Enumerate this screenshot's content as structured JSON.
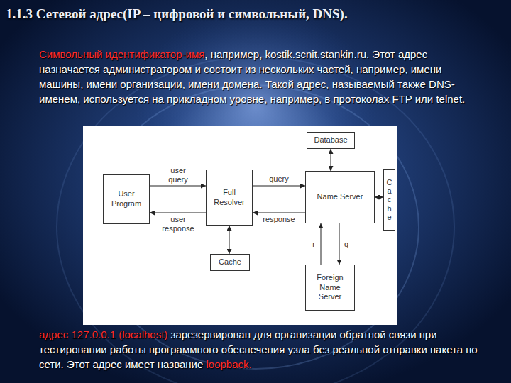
{
  "diagram": {
    "title": "1.1.3 Сетевой адрес(IP – цифровой и символьный, DNS).",
    "nodes": [
      {
        "text": [
          "Database"
        ]
      },
      {
        "text": [
          "User Program"
        ]
      },
      {
        "text": [
          "Full Resolver"
        ]
      },
      {
        "text": [
          "Name Server"
        ]
      },
      {
        "text": [
          "Cache"
        ]
      },
      {
        "text": [
          "Cache"
        ]
      },
      {
        "text": [
          "Foreign Name Server"
        ]
      }
    ],
    "edges": [
      {
        "from": 1,
        "to": 2,
        "label": "user query",
        "arrow": "to"
      },
      {
        "from": 2,
        "to": 1,
        "label": "user response",
        "arrow": "to"
      },
      {
        "from": 2,
        "to": 3,
        "label": "query",
        "arrow": "to"
      },
      {
        "from": 3,
        "to": 2,
        "label": "response",
        "arrow": "to"
      },
      {
        "from": 0,
        "to": 3,
        "arrow": "both"
      },
      {
        "from": 3,
        "to": 4,
        "arrow": "both"
      },
      {
        "from": 2,
        "to": 5,
        "arrow": "both"
      },
      {
        "from": 3,
        "to": 6,
        "label": "q",
        "arrow": "to"
      },
      {
        "from": 6,
        "to": 3,
        "label": "r",
        "arrow": "to"
      }
    ],
    "labels": [
      "Символьный идентификатор-имя",
      ", например, kostik.scnit.stankin.ru. Этот адрес назначается администратором и состоит из нескольких частей, например, имени машины, имени организации, имени домена. Такой адрес, называемый также DNS-именем, используется на прикладном уровне, например, в протоколах FTP или telnet.",
      "адрес 127.0.0.1 (localhost)",
      "зарезервирован для организации обратной связи при тестировании работы программного обеспечения узла без реальной отправки пакета по сети. Этот адрес имеет название",
      "loopback."
    ]
  }
}
